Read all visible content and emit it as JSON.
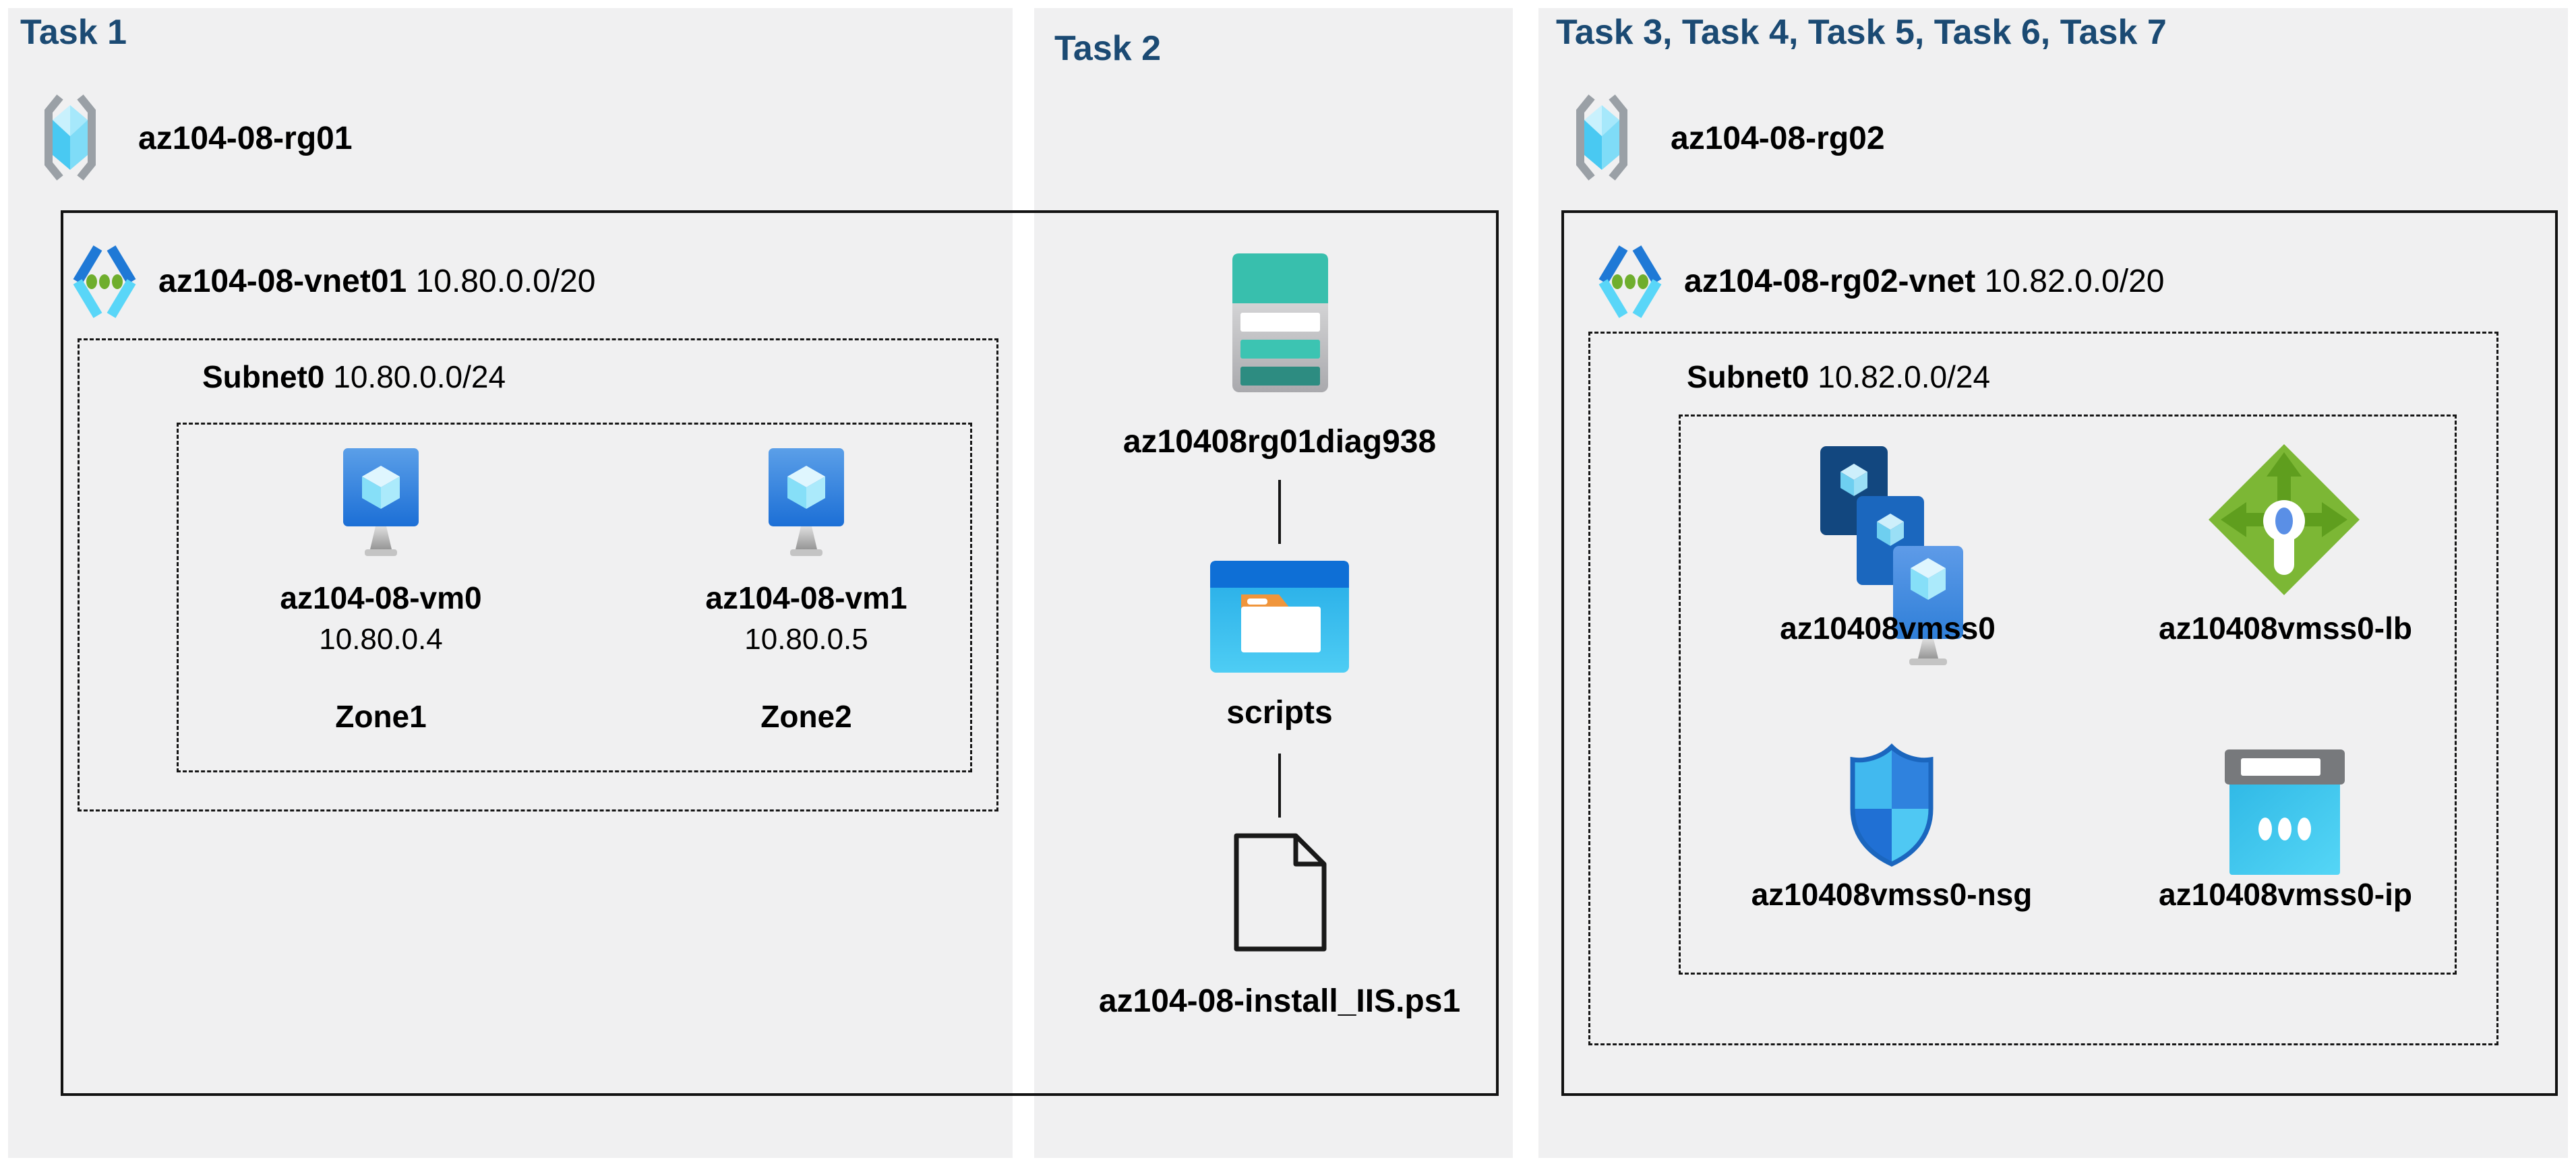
{
  "colors": {
    "panel_bg": "#f0f0f1",
    "page_bg": "#ffffff",
    "title_navy": "#1b4a73",
    "label_black": "#000000",
    "border_solid": "#121212",
    "border_dashed": "#161616",
    "vm_blue_top": "#5b9fe8",
    "vm_blue_bottom": "#1c6fd6",
    "vnet_chevron_dark": "#1f79d6",
    "vnet_chevron_light": "#59d6f8",
    "vnet_dot_green": "#6fae2d",
    "lb_green": "#7cb735",
    "lb_arrow_green": "#5f9e1e",
    "nsg_outline_blue": "#1b66be",
    "ip_cyan": "#35bce8",
    "storage_teal": "#38bfad",
    "storage_teal_dark": "#2d8c81",
    "folder_bar_blue": "#0e6fd6",
    "folder_tab_orange": "#f0953b",
    "rg_bracket_gray": "#9aa0a6"
  },
  "panels": {
    "task1": {
      "title": "Task 1",
      "rg": "az104-08-rg01",
      "vnet_name": "az104-08-vnet01",
      "vnet_cidr": "10.80.0.0/20",
      "subnet_name": "Subnet0",
      "subnet_cidr": "10.80.0.0/24",
      "vms": [
        {
          "name": "az104-08-vm0",
          "ip": "10.80.0.4",
          "zone": "Zone1"
        },
        {
          "name": "az104-08-vm1",
          "ip": "10.80.0.5",
          "zone": "Zone2"
        }
      ]
    },
    "task2": {
      "title": "Task 2",
      "storage_account": "az10408rg01diag938",
      "folder": "scripts",
      "file": "az104-08-install_IIS.ps1"
    },
    "task3": {
      "title": "Task 3, Task 4, Task 5, Task 6, Task 7",
      "rg": "az104-08-rg02",
      "vnet_name": "az104-08-rg02-vnet",
      "vnet_cidr": "10.82.0.0/20",
      "subnet_name": "Subnet0",
      "subnet_cidr": "10.82.0.0/24",
      "resources": [
        {
          "name": "az10408vmss0",
          "icon": "vm-scale-set-icon"
        },
        {
          "name": "az10408vmss0-lb",
          "icon": "load-balancer-icon"
        },
        {
          "name": "az10408vmss0-nsg",
          "icon": "network-security-group-icon"
        },
        {
          "name": "az10408vmss0-ip",
          "icon": "public-ip-icon"
        }
      ]
    }
  }
}
